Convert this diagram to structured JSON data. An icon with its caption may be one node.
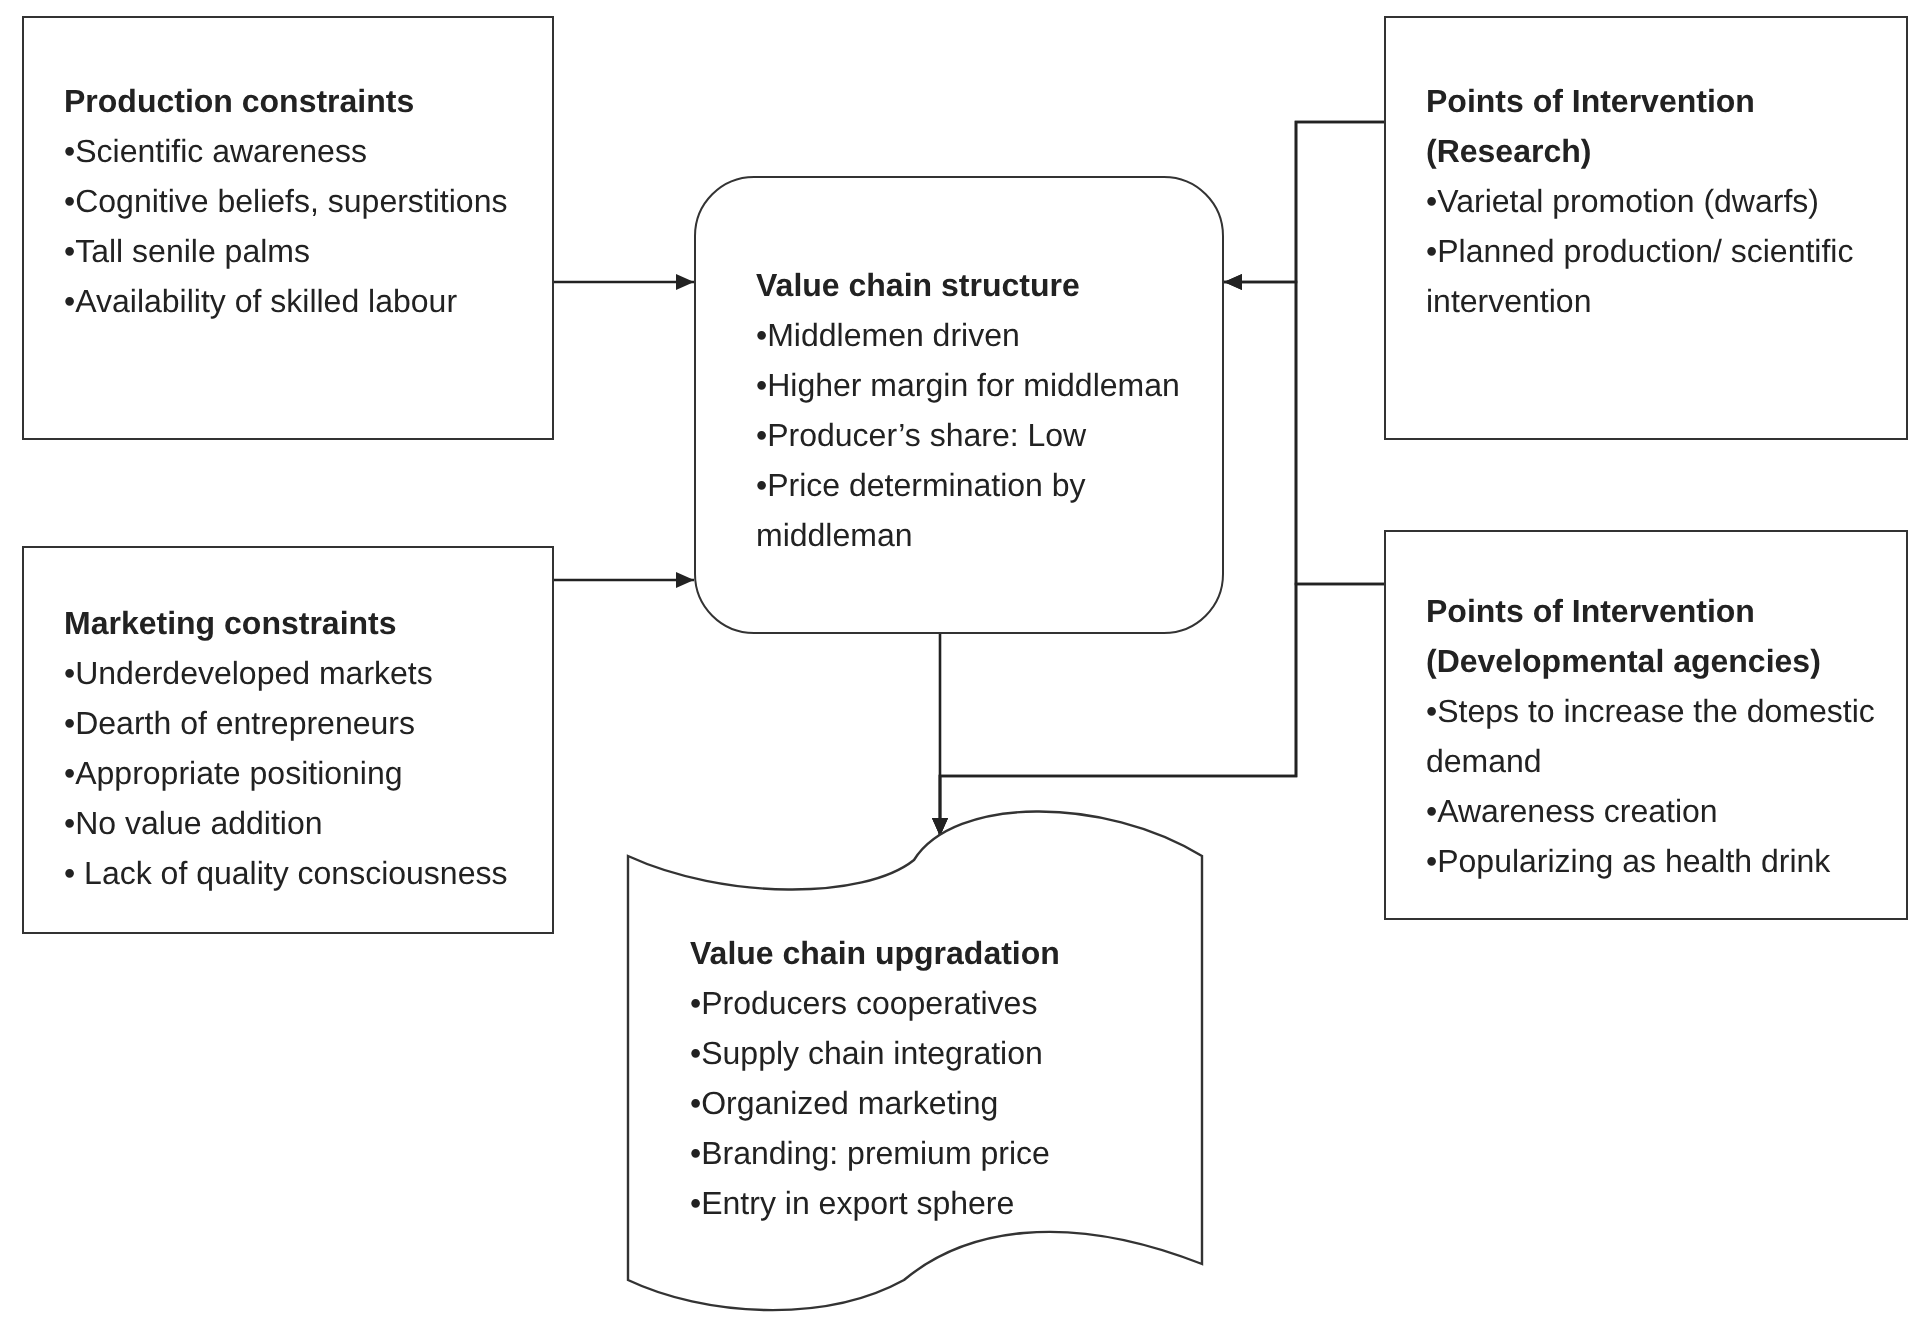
{
  "diagram": {
    "nodes": [
      {
        "text": [
          "Production constraints",
          "•Scientific awareness",
          "•Cognitive beliefs, superstitions",
          "•Tall senile palms",
          "•Availability of skilled labour"
        ]
      },
      {
        "text": [
          "Value chain structure",
          "•Middlemen driven",
          "•Higher margin for middleman",
          "•Producer’s share: Low",
          "•Price determination by middleman"
        ]
      },
      {
        "text": [
          "Points of Intervention (Research)",
          "•Varietal promotion (dwarfs)",
          "•Planned production/ scientific intervention"
        ]
      },
      {
        "text": [
          "Marketing constraints",
          "•Underdeveloped markets",
          "•Dearth of entrepreneurs",
          "•Appropriate positioning",
          "•No value addition",
          "• Lack of quality consciousness"
        ]
      },
      {
        "text": [
          "Points of Intervention (Developmental agencies)",
          "•Steps to increase the domestic demand",
          "•Awareness creation",
          "•Popularizing as health drink"
        ]
      },
      {
        "text": [
          "Value chain upgradation",
          "•Producers cooperatives",
          "•Supply chain integration",
          "•Organized marketing",
          "•Branding: premium price",
          "•Entry in export sphere"
        ]
      }
    ],
    "edges": [
      {
        "from": 0,
        "to": 1,
        "arrow": "to"
      },
      {
        "from": 3,
        "to": 1,
        "arrow": "to"
      },
      {
        "from": 2,
        "to": 1,
        "arrow": "to"
      },
      {
        "from": 4,
        "to": 1,
        "arrow": "to"
      },
      {
        "from": 1,
        "to": 5,
        "arrow": "to"
      },
      {
        "from": 2,
        "to": 5,
        "arrow": "to"
      },
      {
        "from": 4,
        "to": 5,
        "arrow": "to"
      }
    ]
  }
}
